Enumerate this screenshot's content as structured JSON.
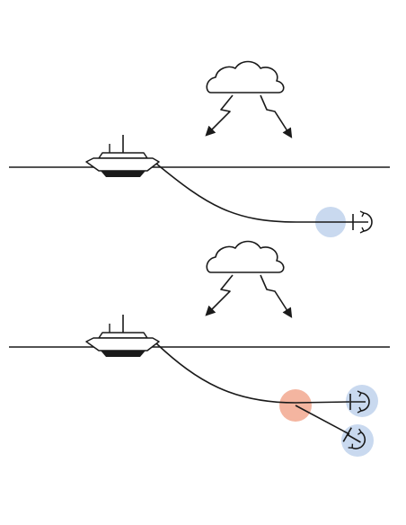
{
  "colors": {
    "background": "#ffffff",
    "stroke": "#1a1a1a",
    "hull_dark": "#1a1a1a",
    "anchor_marker": "#c9d9ef",
    "stress_marker": "#f4b5a0"
  },
  "panels": [
    {
      "icons": [
        "storm-cloud-icon",
        "lightning-bolt-icon",
        "boat-icon",
        "anchor-icon"
      ],
      "anchor_markers": [
        "blue-circle"
      ],
      "anchor_count": 1
    },
    {
      "icons": [
        "storm-cloud-icon",
        "lightning-bolt-icon",
        "boat-icon",
        "anchor-icon",
        "anchor-icon"
      ],
      "anchor_markers": [
        "red-circle",
        "blue-circle",
        "blue-circle"
      ],
      "anchor_count": 2
    }
  ]
}
